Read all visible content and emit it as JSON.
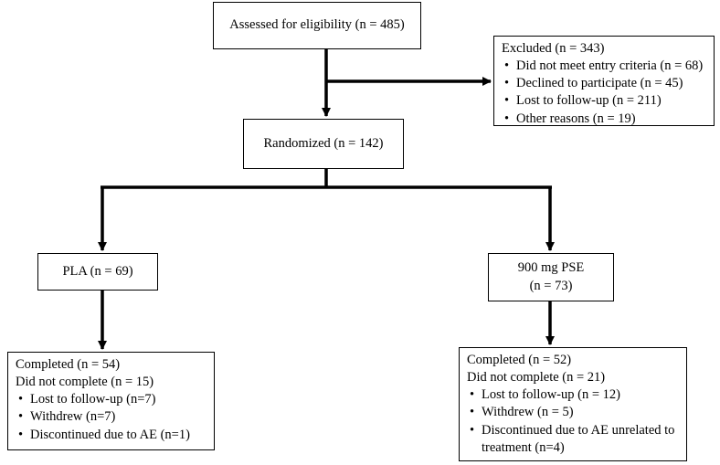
{
  "screened": {
    "label": "Assessed for eligibility (n = 485)"
  },
  "excluded": {
    "title": "Excluded (n = 343)",
    "items": [
      "Did not meet entry criteria (n = 68)",
      "Declined to participate (n = 45)",
      "Lost to follow-up (n = 211)",
      "Other reasons (n = 19)"
    ]
  },
  "randomized": {
    "label": "Randomized (n = 142)"
  },
  "arms": {
    "pla": {
      "label": "PLA (n = 69)",
      "completed": "Completed (n = 54)",
      "not_completed": "Did not complete (n = 15)",
      "items": [
        "Lost to follow-up (n=7)",
        "Withdrew (n=7)",
        "Discontinued due to AE (n=1)"
      ]
    },
    "pse": {
      "label_line1": "900 mg PSE",
      "label_line2": "(n = 73)",
      "completed": "Completed (n = 52)",
      "not_completed": "Did not complete (n =  21)",
      "items": [
        "Lost to follow-up (n = 12)",
        "Withdrew (n = 5)",
        "Discontinued due to AE unrelated to treatment (n=4)"
      ]
    }
  }
}
